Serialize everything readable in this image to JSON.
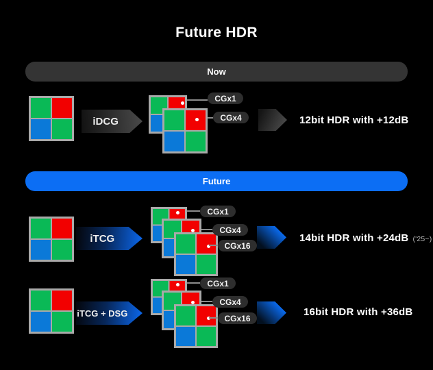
{
  "title": "Future HDR",
  "banners": {
    "now": "Now",
    "future": "Future"
  },
  "palette": {
    "background": "#000000",
    "now_gray": "#343434",
    "future_blue": "#0c6ef4",
    "bayer_green": "#0ab956",
    "bayer_red": "#f20000",
    "bayer_blue": "#0b79d8",
    "grid_gray": "#a9a9a9"
  },
  "rows": [
    {
      "process": "iDCG",
      "gains": [
        "CGx1",
        "CGx4"
      ],
      "result": "12bit HDR with +12dB",
      "note": ""
    },
    {
      "process": "iTCG",
      "gains": [
        "CGx1",
        "CGx4",
        "CGx16"
      ],
      "result": "14bit HDR with +24dB",
      "note": "('25~)"
    },
    {
      "process": "iTCG + DSG",
      "gains": [
        "CGx1",
        "CGx4",
        "CGx16"
      ],
      "result": "16bit HDR with +36dB",
      "note": ""
    }
  ]
}
